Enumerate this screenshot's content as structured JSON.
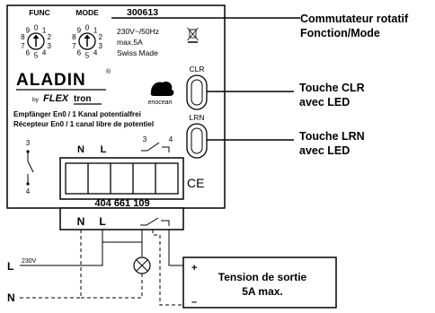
{
  "device": {
    "func_label": "FUNC",
    "mode_label": "MODE",
    "model_number": "300613",
    "spec_lines": [
      "230V~/50Hz",
      "max.5A",
      "Swiss Made"
    ],
    "dial_digits": [
      "0",
      "1",
      "2",
      "3",
      "4",
      "5",
      "6",
      "7",
      "8",
      "9"
    ],
    "brand_name": "ALADIN",
    "brand_registered": "®",
    "brand_by": "by",
    "brand_flex": "FLEX",
    "brand_tron": "tron",
    "enocean_label": "enocean",
    "receiver_de": "Empfänger En0 / 1 Kanal potentialfrei",
    "receiver_fr": "Récepteur En0 / 1 canal libre de potentiel",
    "clr_label": "CLR",
    "lrn_label": "LRN",
    "relay_contact_top": "3",
    "relay_contact_bottom": "4",
    "terminal_n": "N",
    "terminal_l": "L",
    "switch_contact_3": "3",
    "switch_contact_4": "4",
    "serial_number": "404 661 109",
    "ce_mark": "CE"
  },
  "wiring": {
    "terminal_n": "N",
    "terminal_l": "L",
    "line_l": "L",
    "line_n": "N",
    "voltage": "230V",
    "output_plus": "+",
    "output_minus": "–",
    "output_label_line1": "Tension de sortie",
    "output_label_line2": "5A max."
  },
  "callouts": {
    "rotary_line1": "Commutateur rotatif",
    "rotary_line2": "Fonction/Mode",
    "clr_line1": "Touche CLR",
    "clr_line2": "avec LED",
    "lrn_line1": "Touche LRN",
    "lrn_line2": "avec LED"
  },
  "colors": {
    "ink": "#000000",
    "background": "#ffffff",
    "fill": "#ffffff"
  }
}
